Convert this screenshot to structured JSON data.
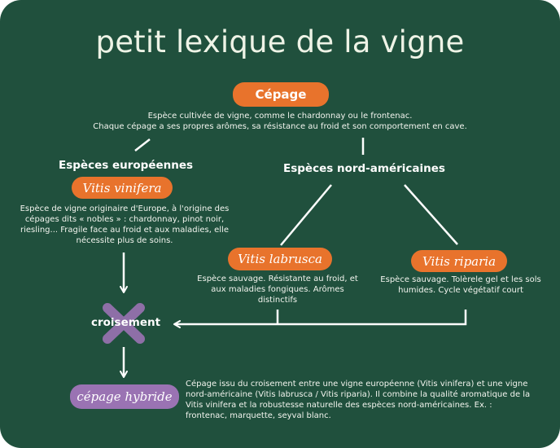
{
  "title": "petit lexique de la vigne",
  "cepage": {
    "label": "Cépage",
    "desc_line1": "Espèce cultivée de vigne, comme le chardonnay ou le frontenac.",
    "desc_line2": "Chaque cépage a ses propres arômes, sa résistance au froid et son comportement en cave."
  },
  "europeennes": {
    "heading": "Espèces européennes",
    "label": "Vitis vinifera",
    "desc": "Espèce de vigne originaire d'Europe, à l'origine des cépages dits « nobles » : chardonnay, pinot noir, riesling... Fragile face au froid et aux maladies, elle nécessite plus de soins."
  },
  "nord_americaines": {
    "heading": "Espèces nord-américaines"
  },
  "labrusca": {
    "label": "Vitis labrusca",
    "desc": "Espèce sauvage. Résistante au froid, et aux maladies fongiques. Arômes distinctifs"
  },
  "riparia": {
    "label": "Vitis riparia",
    "desc": "Espèce sauvage. Tolèrele gel et les sols humides. Cycle végétatif court"
  },
  "croisement": {
    "label": "croisement"
  },
  "hybride": {
    "label": "cépage hybride",
    "desc": "Cépage issu du croisement entre une vigne européenne (Vitis vinifera) et une vigne nord-américaine (Vitis labrusca / Vitis riparia). Il combine la qualité aromatique de la Vitis vinifera et la robustesse naturelle des espèces nord-américaines. Ex. : frontenac, marquette, seyval blanc."
  },
  "colors": {
    "background": "#20503d",
    "orange": "#e8732c",
    "purple": "#9a73b3",
    "text": "#f2f4ee"
  }
}
